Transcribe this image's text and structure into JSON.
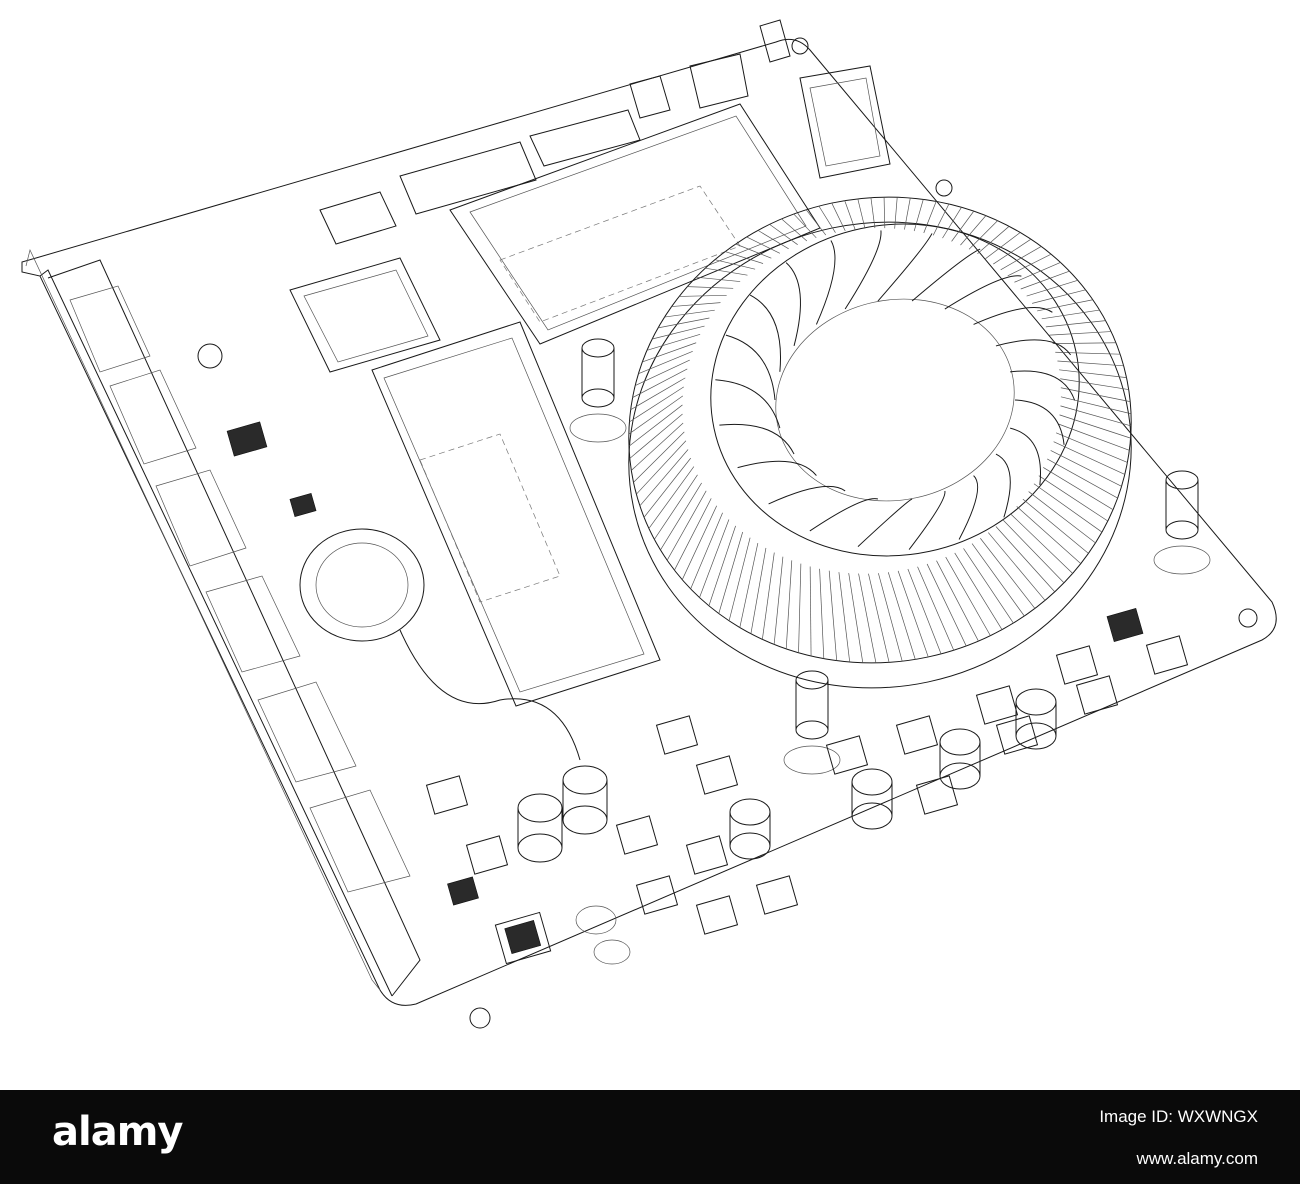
{
  "image": {
    "subject": "motherboard",
    "style": "wireframe line drawing",
    "line_color": "#1a1a1a",
    "background_color": "#ffffff"
  },
  "watermark": {
    "logo_text": "alamy",
    "image_id": "Image ID: WXWNGX",
    "site": "www.alamy.com",
    "bar_color": "#0a0a0a",
    "text_color": "#ffffff"
  }
}
